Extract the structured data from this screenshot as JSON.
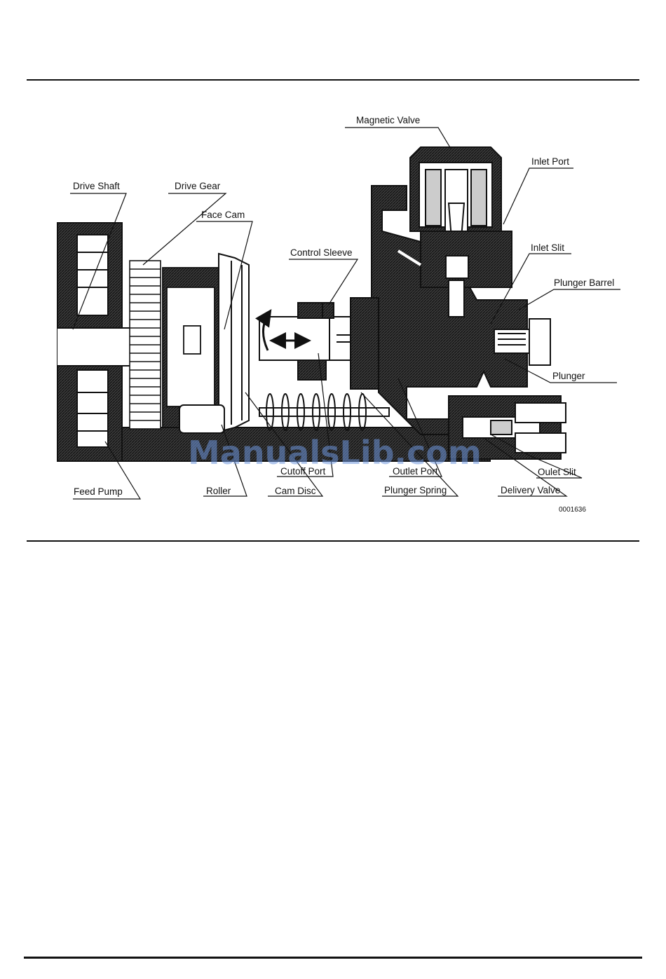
{
  "labels": {
    "magnetic_valve": "Magnetic Valve",
    "inlet_port": "Inlet Port",
    "drive_shaft": "Drive Shaft",
    "drive_gear": "Drive Gear",
    "face_cam": "Face Cam",
    "control_sleeve": "Control Sleeve",
    "inlet_slit": "Inlet Slit",
    "plunger_barrel": "Plunger Barrel",
    "plunger": "Plunger",
    "feed_pump": "Feed Pump",
    "roller": "Roller",
    "cam_disc": "Cam Disc",
    "cutoff_port": "Cutoff Port",
    "outlet_port": "Outlet Port",
    "plunger_spring": "Plunger Spring",
    "delivery_valve": "Delivery Valve",
    "oulet_slit": "Oulet Slit"
  },
  "figure_code": "0001636",
  "watermark": "ManualsLib.com",
  "colors": {
    "ink": "#111111",
    "hatch": "#333333",
    "watermark": "#6e96dc"
  }
}
